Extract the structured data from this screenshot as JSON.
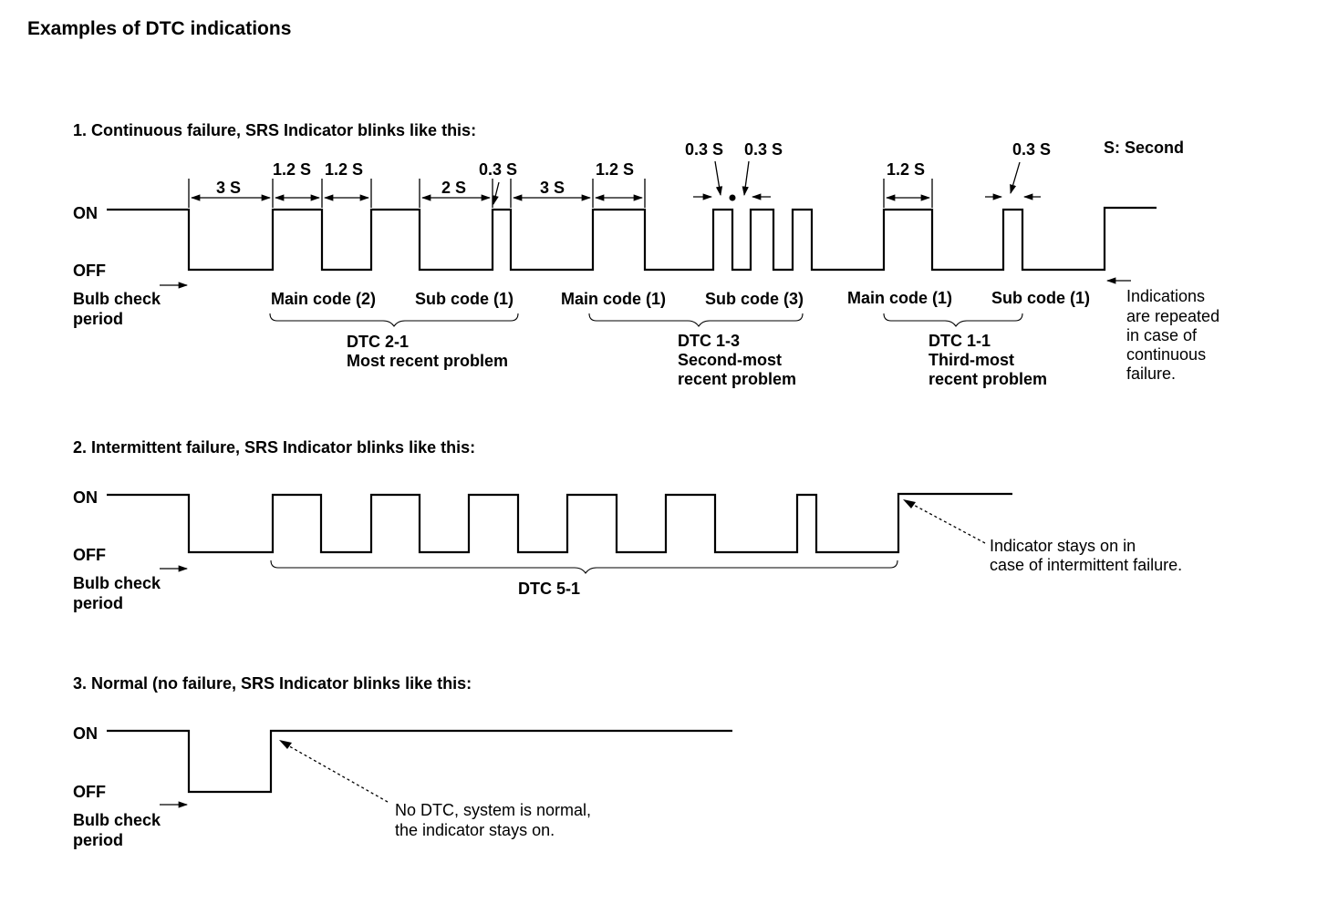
{
  "title": "Examples of DTC indications",
  "timing_unit_note": "S: Second",
  "sections": [
    {
      "heading": "1. Continuous failure, SRS Indicator blinks like this:",
      "on_label": "ON",
      "off_label": "OFF",
      "bulb_check_label": [
        "Bulb check",
        "period"
      ],
      "timing_labels": [
        "3 S",
        "1.2 S",
        "1.2 S",
        "2 S",
        "0.3 S",
        "3 S",
        "1.2 S",
        "0.3 S",
        "0.3 S",
        "1.2 S",
        "0.3 S"
      ],
      "code_labels": [
        "Main code (2)",
        "Sub code (1)",
        "Main code (1)",
        "Sub code (3)",
        "Main code (1)",
        "Sub code (1)"
      ],
      "dtc_groups": [
        {
          "lines": [
            "DTC 2-1",
            "Most recent problem"
          ]
        },
        {
          "lines": [
            "DTC 1-3",
            "Second-most",
            "recent problem"
          ]
        },
        {
          "lines": [
            "DTC 1-1",
            "Third-most",
            "recent problem"
          ]
        }
      ],
      "repeat_note": [
        "Indications",
        "are repeated",
        "in case of",
        "continuous",
        "failure."
      ]
    },
    {
      "heading": "2. Intermittent failure, SRS Indicator blinks like this:",
      "on_label": "ON",
      "off_label": "OFF",
      "bulb_check_label": [
        "Bulb check",
        "period"
      ],
      "dtc_label": "DTC 5-1",
      "note": [
        "Indicator stays on in",
        "case of intermittent failure."
      ]
    },
    {
      "heading": "3. Normal (no failure, SRS Indicator blinks like this:",
      "on_label": "ON",
      "off_label": "OFF",
      "bulb_check_label": [
        "Bulb check",
        "period"
      ],
      "note": [
        "No DTC, system is normal,",
        "the indicator stays on."
      ]
    }
  ]
}
